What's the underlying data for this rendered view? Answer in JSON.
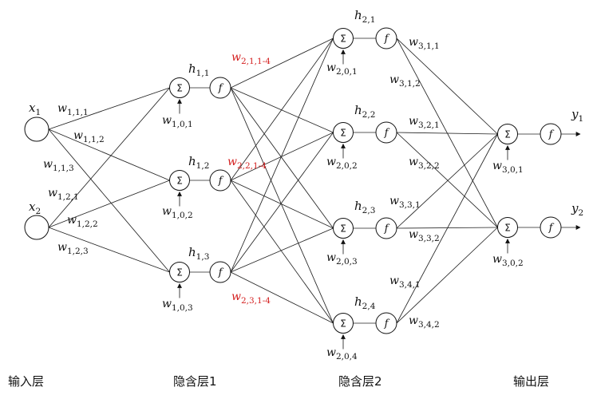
{
  "layers": {
    "input": "输入层",
    "hidden1": "隐含层1",
    "hidden2": "隐含层2",
    "output": "输出层"
  },
  "nodes": {
    "sum_symbol": "Σ",
    "activation_symbol": "f"
  },
  "inputs": [
    {
      "base": "x",
      "sub": "1"
    },
    {
      "base": "x",
      "sub": "2"
    }
  ],
  "outputs": [
    {
      "base": "y",
      "sub": "1"
    },
    {
      "base": "y",
      "sub": "2"
    }
  ],
  "hidden1_nodes": [
    {
      "base": "h",
      "sub": "1,1",
      "bias_base": "w",
      "bias_sub": "1,0,1"
    },
    {
      "base": "h",
      "sub": "1,2",
      "bias_base": "w",
      "bias_sub": "1,0,2"
    },
    {
      "base": "h",
      "sub": "1,3",
      "bias_base": "w",
      "bias_sub": "1,0,3"
    }
  ],
  "hidden2_nodes": [
    {
      "base": "h",
      "sub": "2,1",
      "bias_base": "w",
      "bias_sub": "2,0,1"
    },
    {
      "base": "h",
      "sub": "2,2",
      "bias_base": "w",
      "bias_sub": "2,0,2"
    },
    {
      "base": "h",
      "sub": "2,3",
      "bias_base": "w",
      "bias_sub": "2,0,3"
    },
    {
      "base": "h",
      "sub": "2,4",
      "bias_base": "w",
      "bias_sub": "2,0,4"
    }
  ],
  "output_nodes": [
    {
      "bias_base": "w",
      "bias_sub": "3,0,1"
    },
    {
      "bias_base": "w",
      "bias_sub": "3,0,2"
    }
  ],
  "input_weights": [
    {
      "base": "w",
      "sub": "1,1,1"
    },
    {
      "base": "w",
      "sub": "1,1,2"
    },
    {
      "base": "w",
      "sub": "1,1,3"
    },
    {
      "base": "w",
      "sub": "1,2,1"
    },
    {
      "base": "w",
      "sub": "1,2,2"
    },
    {
      "base": "w",
      "sub": "1,2,3"
    }
  ],
  "hidden1_weights": [
    {
      "base": "w",
      "sub": "2,1,1-4"
    },
    {
      "base": "w",
      "sub": "2,2,1-4"
    },
    {
      "base": "w",
      "sub": "2,3,1-4"
    }
  ],
  "hidden2_weights": [
    {
      "base": "w",
      "sub": "3,1,1"
    },
    {
      "base": "w",
      "sub": "3,1,2"
    },
    {
      "base": "w",
      "sub": "3,2,1"
    },
    {
      "base": "w",
      "sub": "3,2,2"
    },
    {
      "base": "w",
      "sub": "3,3,1"
    },
    {
      "base": "w",
      "sub": "3,3,2"
    },
    {
      "base": "w",
      "sub": "3,4,1"
    },
    {
      "base": "w",
      "sub": "3,4,2"
    }
  ],
  "colors": {
    "highlight_weight": "#d42020",
    "x1_edges": [
      "#6aa84f",
      "#b060c0",
      "#c43030"
    ],
    "x2_edges": [
      "#7a9a4a",
      "#3a78c8",
      "#8a7a5a"
    ]
  }
}
